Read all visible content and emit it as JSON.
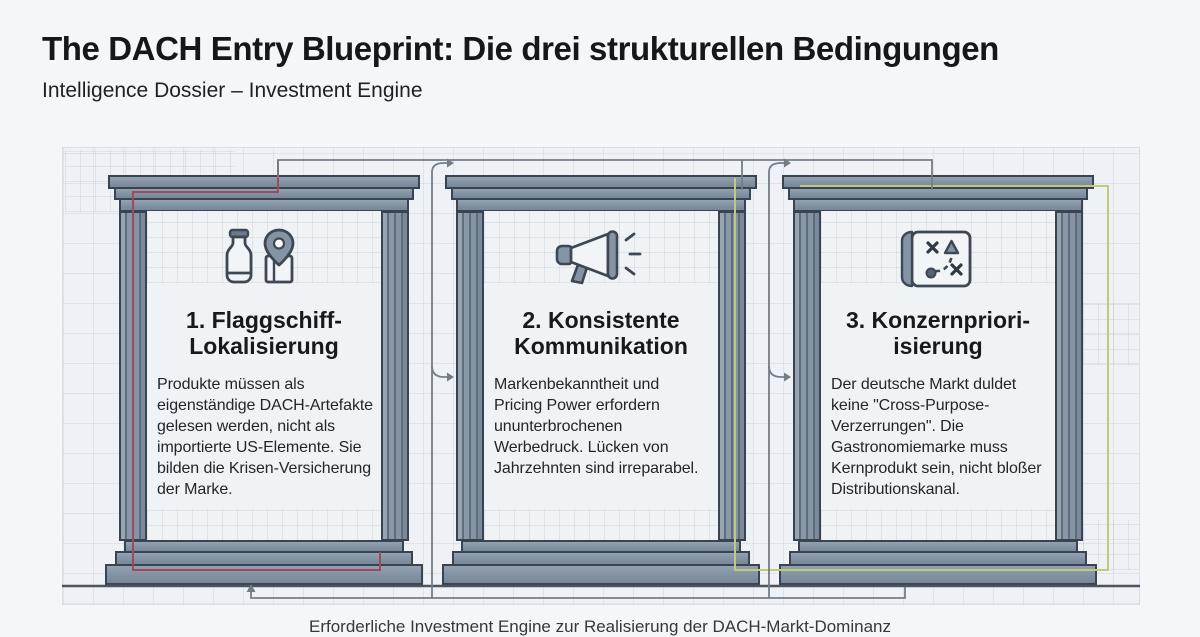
{
  "header": {
    "title": "The DACH Entry Blueprint: Die drei strukturellen Bedingungen",
    "subtitle": "Intelligence Dossier – Investment Engine"
  },
  "pillars": [
    {
      "number": "1",
      "icon": "milk-bottle-location-pin",
      "heading_line1": "1. Flaggschiff-",
      "heading_line2": "Lokalisierung",
      "body": "Produkte müssen als eigenständige DACH-Artefakte gelesen werden, nicht als importierte US-Elemente. Sie bilden die Krisen-Versicherung der Marke."
    },
    {
      "number": "2",
      "icon": "megaphone",
      "heading_line1": "2. Konsistente",
      "heading_line2": "Kommunikation",
      "body": "Markenbekanntheit und Pricing Power erfordern ununterbrochenen Werbedruck. Lücken von Jahrzehnten sind irreparabel."
    },
    {
      "number": "3",
      "icon": "strategy-map",
      "heading_line1": "3. Konzernpriori-",
      "heading_line2": "isierung",
      "body": "Der deutsche Markt duldet keine \"Cross-Purpose-Verzerrungen\". Die Gastronomiemarke muss Kernprodukt sein, nicht bloßer Distributionskanal."
    }
  ],
  "footer": {
    "caption": "Erforderliche Investment Engine zur Realisierung der DACH-Markt-Dominanz"
  },
  "colors": {
    "accent_red": "#9d4a5f",
    "accent_green": "#bccb7c",
    "pillar_fill": "#8594a4",
    "pillar_outline": "#3a4450",
    "connector_gray": "#737d88",
    "baseline": "#4b5560"
  }
}
